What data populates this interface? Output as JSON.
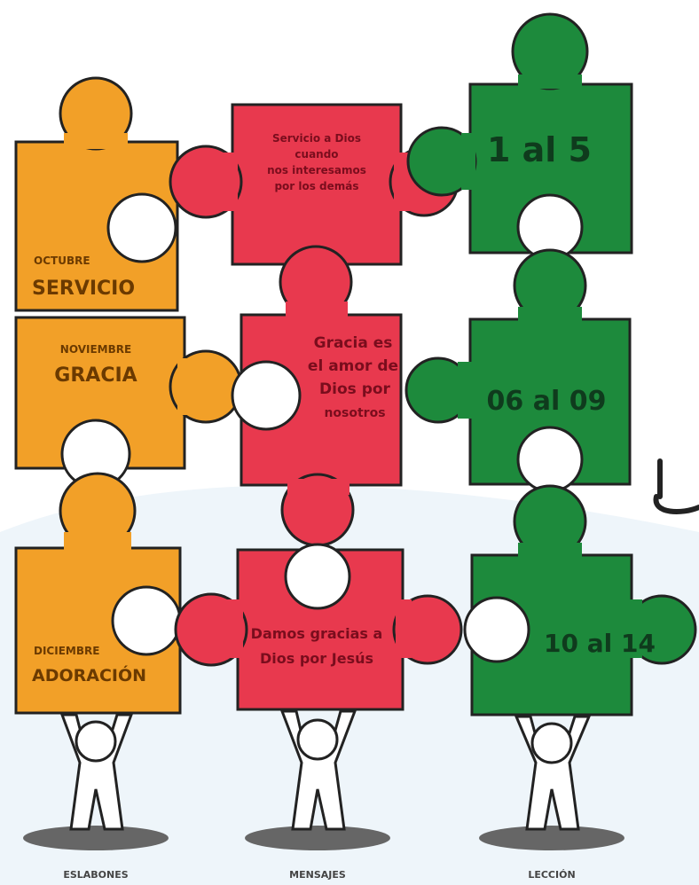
{
  "colors": {
    "orange": "#f2a028",
    "red": "#e8394e",
    "green": "#1d8a3c",
    "dark_green_text": "#0f3b1d",
    "orange_text": "#6b3a00",
    "red_text": "#7a0d1d",
    "outline": "#222222",
    "background_shape": "#e7f1f8"
  },
  "columns": [
    {
      "label": "ESLABONES"
    },
    {
      "label": "MENSAJES"
    },
    {
      "label": "LECCIÓN"
    }
  ],
  "rows": [
    {
      "month": "OCTUBRE",
      "theme": "SERVICIO",
      "message": [
        "Servicio a Dios",
        "cuando",
        "nos interesamos",
        "por los demás"
      ],
      "lessons": "1 al 5"
    },
    {
      "month": "NOVIEMBRE",
      "theme": "GRACIA",
      "message": [
        "Gracia es",
        "el amor de",
        "Dios por",
        "nosotros"
      ],
      "lessons": "06 al 09"
    },
    {
      "month": "DICIEMBRE",
      "theme": "ADORACIÓN",
      "message": [
        "Damos gracias a",
        "Dios por Jesús"
      ],
      "lessons": "10 al 14"
    }
  ]
}
